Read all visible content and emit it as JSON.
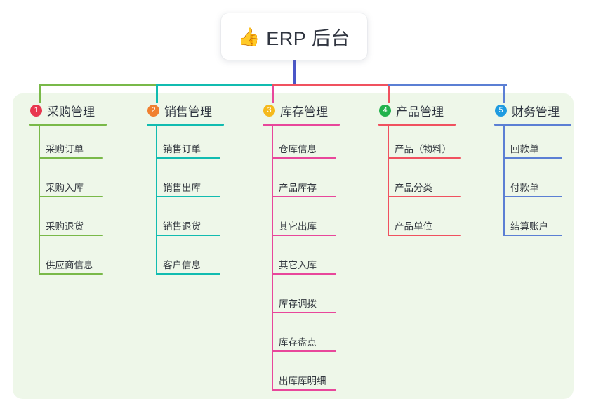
{
  "diagram": {
    "type": "mindmap-tree",
    "root": {
      "icon": "thumbs-up-icon",
      "emoji": "👍",
      "title": "ERP 后台"
    },
    "panel_color": "#eef7e9",
    "trunk_color": "#4a56c8",
    "branches": [
      {
        "number": "1",
        "title": "采购管理",
        "badge_color": "#e8374f",
        "line_color": "#79b949",
        "items": [
          "采购订单",
          "采购入库",
          "采购退货",
          "供应商信息"
        ]
      },
      {
        "number": "2",
        "title": "销售管理",
        "badge_color": "#f08030",
        "line_color": "#11bcb0",
        "items": [
          "销售订单",
          "销售出库",
          "销售退货",
          "客户信息"
        ]
      },
      {
        "number": "3",
        "title": "库存管理",
        "badge_color": "#f5b91c",
        "line_color": "#e8479b",
        "items": [
          "仓库信息",
          "产品库存",
          "其它出库",
          "其它入库",
          "库存调拨",
          "库存盘点",
          "出库库明细"
        ]
      },
      {
        "number": "4",
        "title": "产品管理",
        "badge_color": "#22b24c",
        "line_color": "#f0515f",
        "items": [
          "产品（物料）",
          "产品分类",
          "产品单位"
        ]
      },
      {
        "number": "5",
        "title": "财务管理",
        "badge_color": "#1f9be0",
        "line_color": "#5b7fd4",
        "items": [
          "回款单",
          "付款单",
          "结算账户"
        ]
      }
    ]
  }
}
